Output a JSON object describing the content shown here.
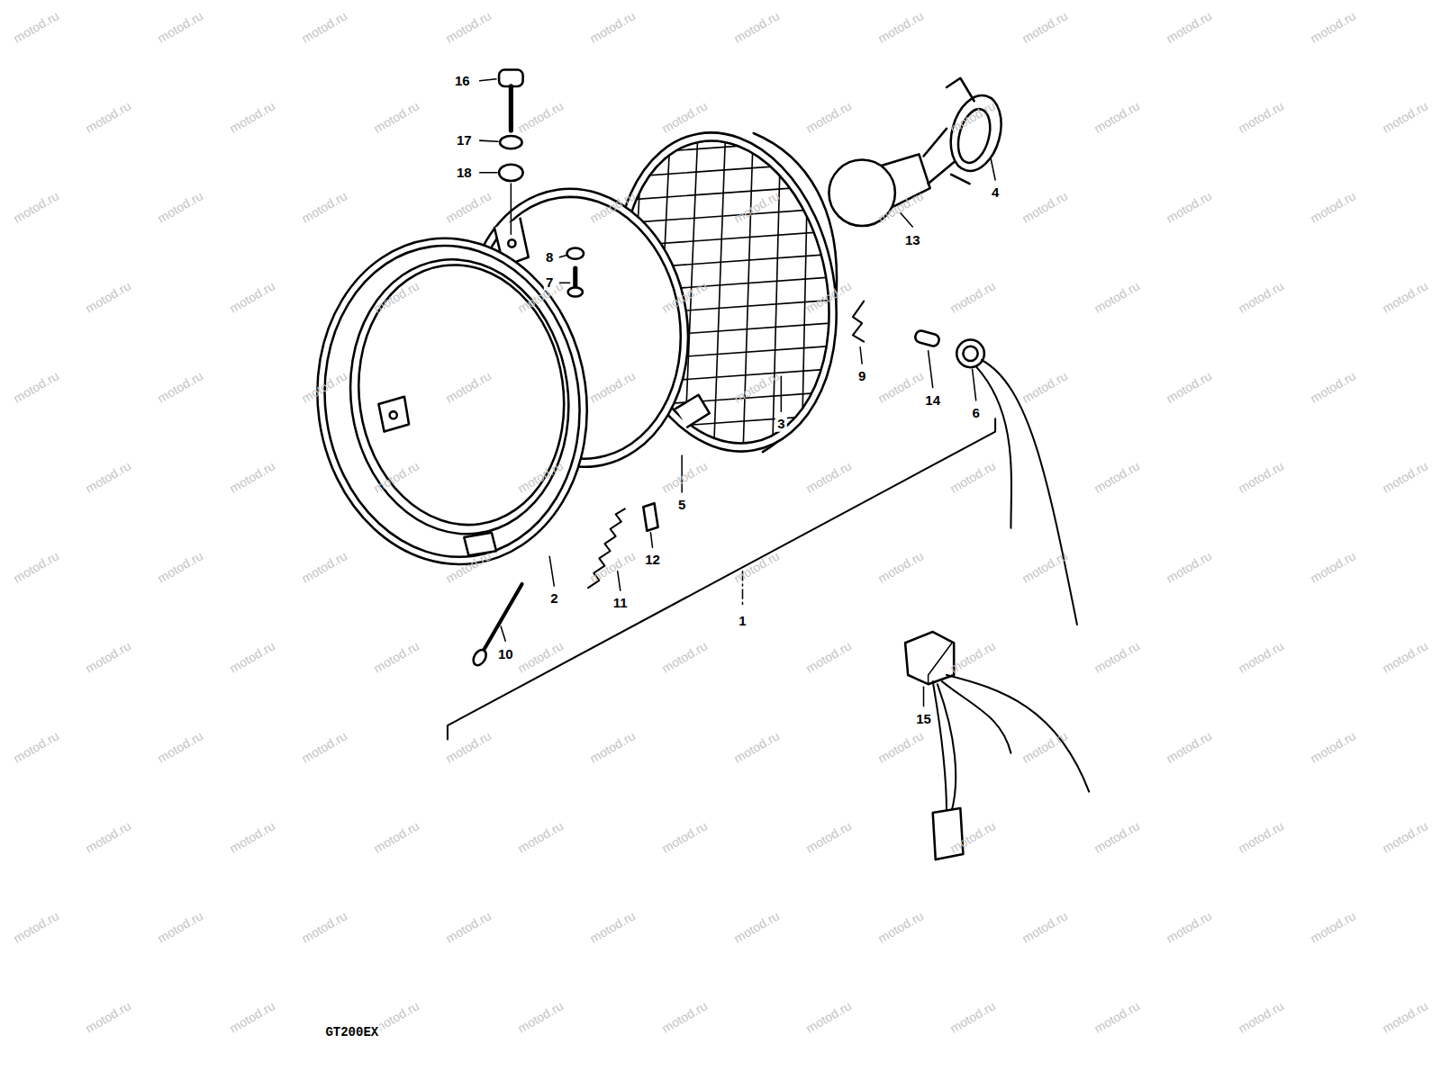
{
  "diagram": {
    "labels": [
      "16",
      "17",
      "18",
      "8",
      "7",
      "4",
      "13",
      "9",
      "14",
      "6",
      "3",
      "5",
      "12",
      "11",
      "2",
      "1",
      "10",
      "15",
      "GT200EX",
      "motod.ru",
      "motod.ru",
      "motod.ru",
      "motod.ru",
      "motod.ru",
      "motod.ru",
      "motod.ru",
      "motod.ru",
      "motod.ru",
      "motod.ru",
      "motod.ru",
      "motod.ru",
      "motod.ru",
      "motod.ru",
      "motod.ru",
      "motod.ru",
      "motod.ru",
      "motod.ru",
      "motod.ru",
      "motod.ru",
      "motod.ru",
      "motod.ru",
      "motod.ru",
      "motod.ru",
      "motod.ru",
      "motod.ru",
      "motod.ru",
      "motod.ru",
      "motod.ru",
      "motod.ru",
      "motod.ru",
      "motod.ru",
      "motod.ru",
      "motod.ru",
      "motod.ru",
      "motod.ru",
      "motod.ru",
      "motod.ru",
      "motod.ru",
      "motod.ru",
      "motod.ru",
      "motod.ru",
      "motod.ru",
      "motod.ru",
      "motod.ru",
      "motod.ru",
      "motod.ru",
      "motod.ru",
      "motod.ru",
      "motod.ru",
      "motod.ru",
      "motod.ru",
      "motod.ru",
      "motod.ru",
      "motod.ru",
      "motod.ru",
      "motod.ru",
      "motod.ru",
      "motod.ru",
      "motod.ru",
      "motod.ru",
      "motod.ru",
      "motod.ru",
      "motod.ru",
      "motod.ru",
      "motod.ru",
      "motod.ru",
      "motod.ru",
      "motod.ru",
      "motod.ru",
      "motod.ru",
      "motod.ru",
      "motod.ru",
      "motod.ru",
      "motod.ru",
      "motod.ru",
      "motod.ru",
      "motod.ru",
      "motod.ru",
      "motod.ru",
      "motod.ru",
      "motod.ru",
      "motod.ru",
      "motod.ru",
      "motod.ru",
      "motod.ru",
      "motod.ru",
      "motod.ru",
      "motod.ru",
      "motod.ru",
      "motod.ru",
      "motod.ru",
      "motod.ru",
      "motod.ru",
      "motod.ru",
      "motod.ru",
      "motod.ru",
      "motod.ru",
      "motod.ru",
      "motod.ru",
      "motod.ru",
      "motod.ru",
      "motod.ru",
      "motod.ru",
      "motod.ru",
      "motod.ru",
      "motod.ru",
      "motod.ru",
      "motod.ru",
      "motod.ru",
      "motod.ru",
      "motod.ru",
      "motod.ru",
      "motod.ru",
      "motod.ru",
      "motod.ru",
      "motod.ru",
      "motod.ru",
      "motod.ru",
      "motod.ru"
    ]
  }
}
